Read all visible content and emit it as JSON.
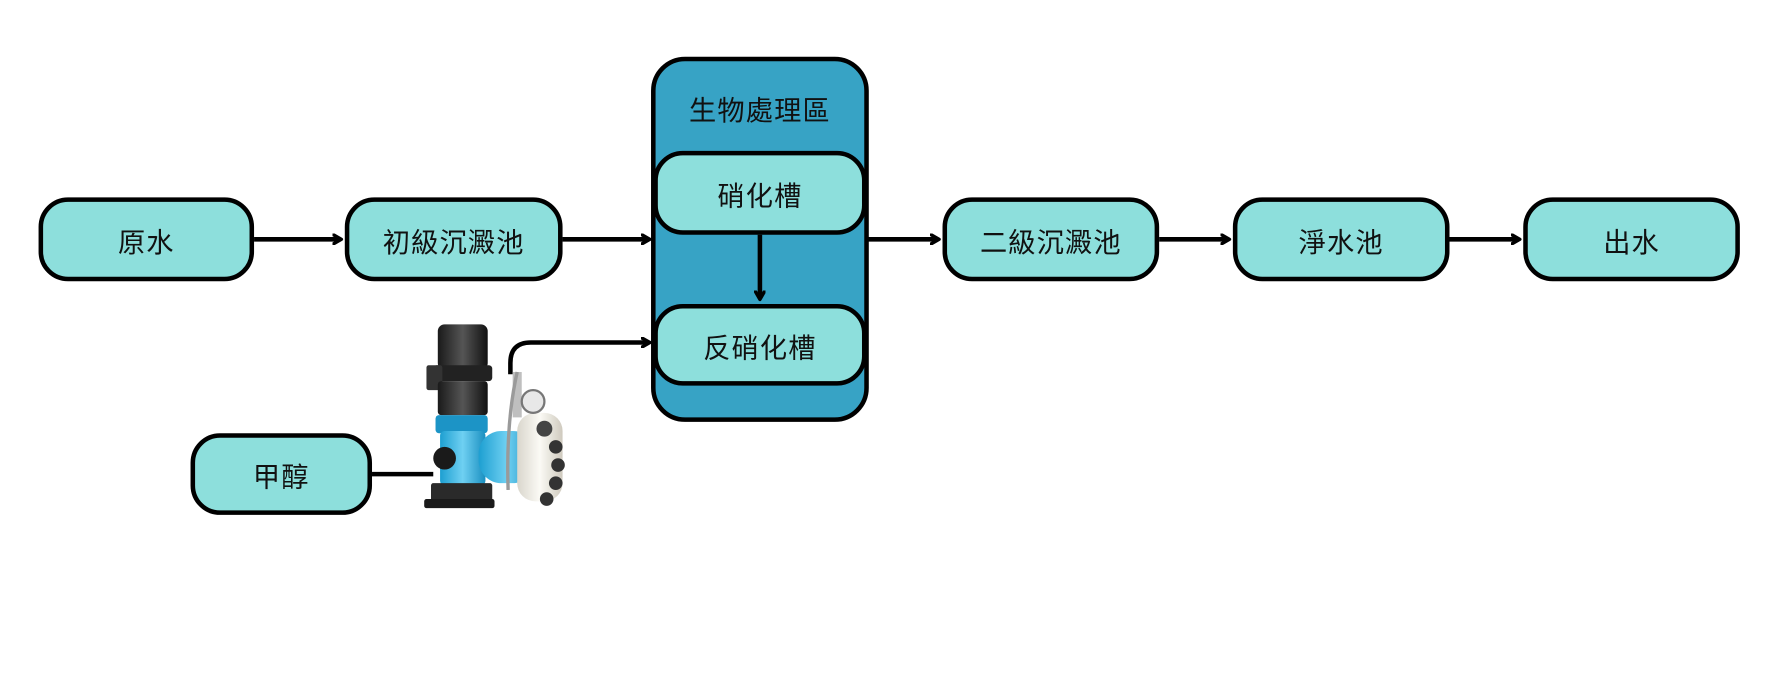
{
  "nodes": {
    "raw_water": "原水",
    "primary_settling": "初級沉澱池",
    "nitrification": "硝化槽",
    "denitrification": "反硝化槽",
    "secondary_settling": "二級沉澱池",
    "clear_water": "淨水池",
    "effluent": "出水",
    "methanol": "甲醇"
  },
  "region": {
    "title": "生物處理區"
  },
  "colors": {
    "node_fill": "#8ddfdc",
    "region_fill": "#37a3c5",
    "outline": "#000000"
  },
  "icons": {
    "dosing_pump": "dosing-pump-icon"
  }
}
